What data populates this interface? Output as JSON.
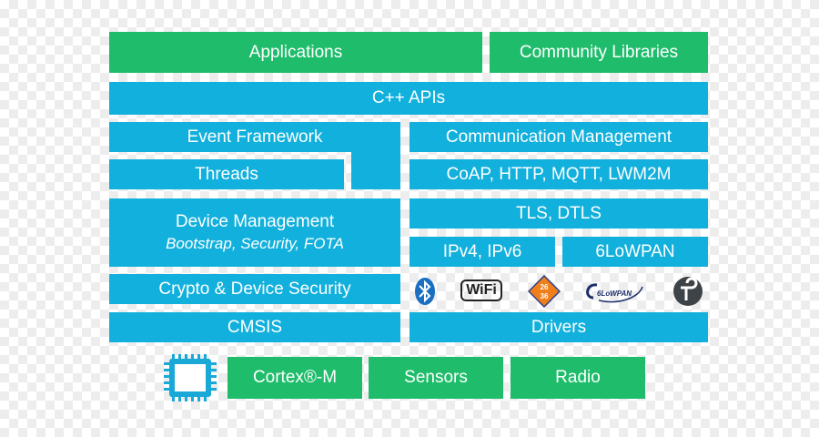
{
  "top": {
    "applications": "Applications",
    "community_libraries": "Community Libraries"
  },
  "cpp_apis": "C++ APIs",
  "left": {
    "event_framework": "Event Framework",
    "threads": "Threads",
    "device_management": "Device Management",
    "device_management_sub": "Bootstrap, Security, FOTA",
    "crypto": "Crypto & Device Security",
    "cmsis": "CMSIS"
  },
  "right": {
    "communication_management": "Communication Management",
    "protocols": "CoAP, HTTP, MQTT, LWM2M",
    "tls": "TLS, DTLS",
    "ipv": "IPv4, IPv6",
    "lowpan": "6LoWPAN",
    "drivers": "Drivers"
  },
  "logos": {
    "wifi": "WiFi",
    "lowpan_logo": "6LoWPAN",
    "zigbee_numbers": [
      "26",
      "36"
    ]
  },
  "bottom": {
    "cortex": "Cortex®-M",
    "sensors": "Sensors",
    "radio": "Radio"
  },
  "colors": {
    "green": "#1fbd6b",
    "blue": "#12b0dc",
    "chip": "#1aa9d6"
  }
}
